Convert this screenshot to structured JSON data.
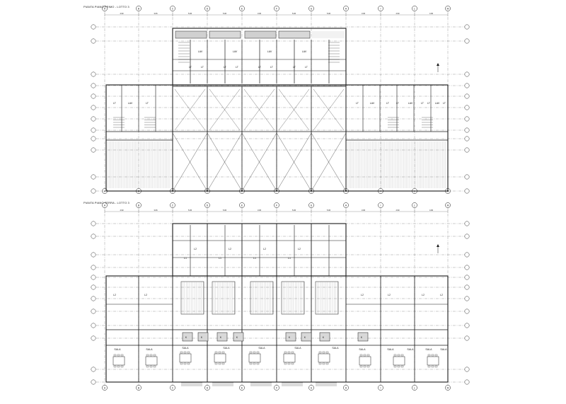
{
  "plans": [
    {
      "title": "PIANTA PIANO PRIMO - LOTTO 3",
      "axis_letters": [
        "A",
        "B",
        "C",
        "D",
        "E",
        "F",
        "G",
        "H",
        "I",
        "L",
        "M"
      ],
      "dims": [
        "4.90",
        "3.06",
        "5.06",
        "5.06",
        "3.06",
        "5.06",
        "5.06",
        "3.06",
        "4.90",
        "4.90"
      ],
      "room_labels": [
        {
          "text": "LAV"
        },
        {
          "text": "LAV"
        },
        {
          "text": "LAV"
        },
        {
          "text": "LAV"
        },
        {
          "text": "LT"
        },
        {
          "text": "LT"
        },
        {
          "text": "LT"
        },
        {
          "text": "LT"
        },
        {
          "text": "LT"
        },
        {
          "text": "LT"
        },
        {
          "text": "LT"
        },
        {
          "text": "LT"
        },
        {
          "text": "LT"
        },
        {
          "text": "LAV"
        },
        {
          "text": "LT"
        },
        {
          "text": "LT"
        },
        {
          "text": "LAV"
        },
        {
          "text": "LT"
        },
        {
          "text": "LT"
        },
        {
          "text": "LAV"
        },
        {
          "text": "LT"
        },
        {
          "text": "LT"
        },
        {
          "text": "LAV"
        },
        {
          "text": "LT"
        }
      ]
    },
    {
      "title": "PIANTA PIANO TERRA - LOTTO 3",
      "axis_letters": [
        "A",
        "B",
        "C",
        "D",
        "E",
        "F",
        "G",
        "H",
        "I",
        "L",
        "M"
      ],
      "dims": [
        "4.90",
        "3.06",
        "5.06",
        "5.06",
        "3.06",
        "5.06",
        "5.06",
        "3.06",
        "4.90",
        "4.90"
      ],
      "room_labels": [
        {
          "text": "L2"
        },
        {
          "text": "L2"
        },
        {
          "text": "L2"
        },
        {
          "text": "L2"
        },
        {
          "text": "L2"
        },
        {
          "text": "L2"
        },
        {
          "text": "L1"
        },
        {
          "text": "L1"
        },
        {
          "text": "L1"
        },
        {
          "text": "L1"
        },
        {
          "text": "L2"
        },
        {
          "text": "L2"
        },
        {
          "text": "L2"
        },
        {
          "text": "L2"
        },
        {
          "text": "K"
        },
        {
          "text": "K"
        },
        {
          "text": "K"
        },
        {
          "text": "K"
        },
        {
          "text": "K"
        },
        {
          "text": "K"
        },
        {
          "text": "K"
        },
        {
          "text": "K"
        },
        {
          "text": "SALA"
        },
        {
          "text": "SALA"
        },
        {
          "text": "SALA"
        },
        {
          "text": "SALA"
        },
        {
          "text": "SALA"
        },
        {
          "text": "SALA"
        },
        {
          "text": "SALA"
        },
        {
          "text": "SALA"
        },
        {
          "text": "SALA"
        },
        {
          "text": "SALA"
        },
        {
          "text": "SALA"
        },
        {
          "text": "SALA"
        }
      ]
    }
  ],
  "colors": {
    "ink": "#1a1a1a",
    "grid": "#555555",
    "hatch": "#9a9a9a",
    "fill": "#d8d8d8"
  }
}
